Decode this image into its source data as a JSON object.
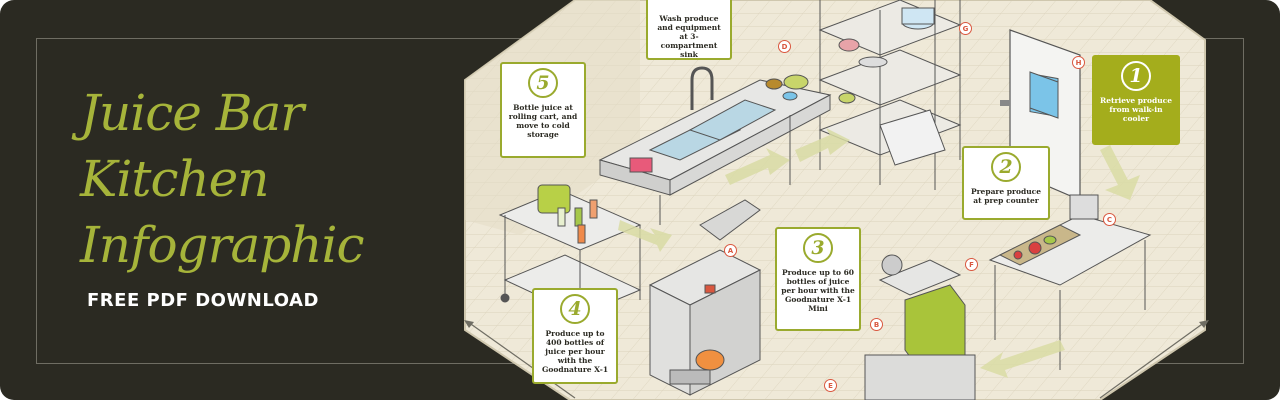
{
  "title_lines": [
    "Juice Bar",
    "Kitchen",
    "Infographic"
  ],
  "subtitle": "FREE PDF DOWNLOAD",
  "colors": {
    "background": "#2b2a22",
    "accent_green": "#a6b43a",
    "marker_red": "#d9573f",
    "floor": "#efe9d8"
  },
  "steps": [
    {
      "number": "1",
      "text": "Retrieve produce from walk-in cooler"
    },
    {
      "number": "2",
      "text": "Prepare produce at prep counter"
    },
    {
      "number": "3",
      "text": "Produce up to 60 bottles of juice per hour with the Goodnature X-1 Mini"
    },
    {
      "number": "4",
      "text": "Produce up to 400 bottles of juice per hour with the Goodnature X-1"
    },
    {
      "number": "5",
      "text": "Bottle juice at rolling cart, and move to cold storage"
    },
    {
      "number": "",
      "text": "Wash produce and equipment at 3-compartment sink"
    }
  ],
  "markers": [
    "A",
    "B",
    "C",
    "D",
    "E",
    "F",
    "G",
    "H"
  ]
}
